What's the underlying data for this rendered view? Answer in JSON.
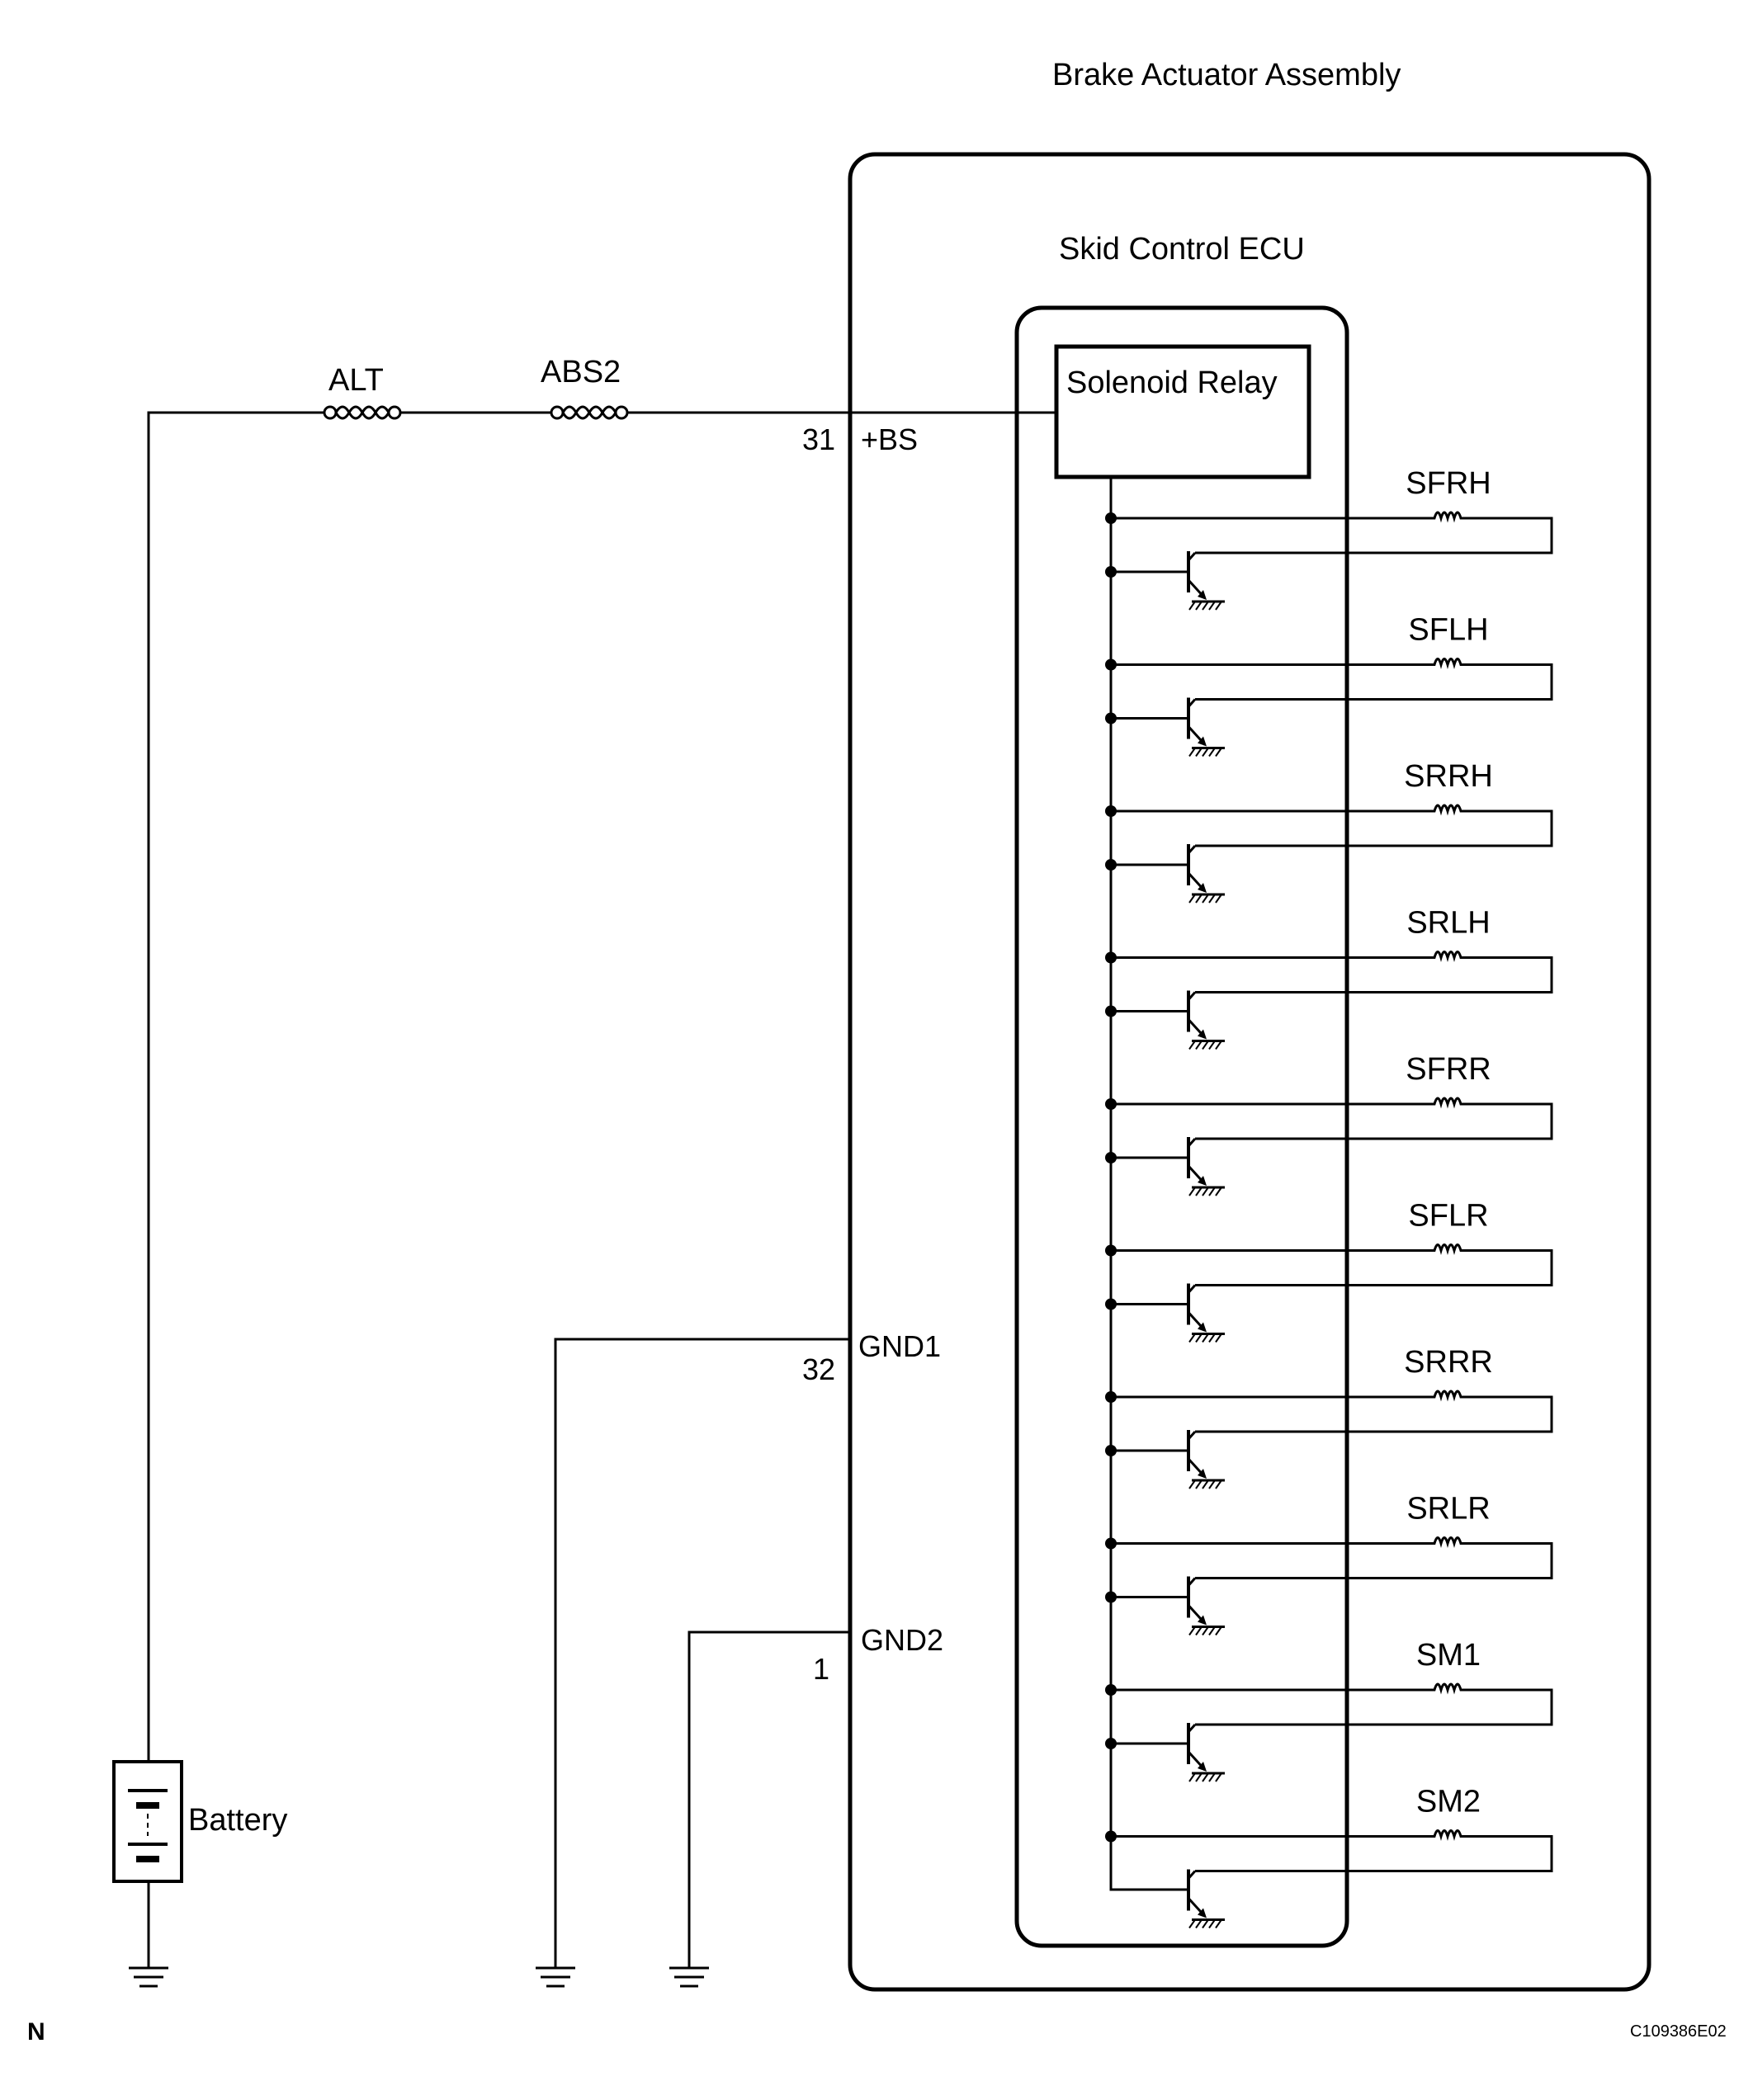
{
  "diagram": {
    "assembly_label": "Brake Actuator Assembly",
    "ecu_label": "Skid Control ECU",
    "relay_label": "Solenoid Relay",
    "fuses": [
      {
        "label": "ALT"
      },
      {
        "label": "ABS2"
      }
    ],
    "terminals": [
      {
        "pin": "31",
        "name": "+BS"
      },
      {
        "pin": "32",
        "name": "GND1"
      },
      {
        "pin": "1",
        "name": "GND2"
      }
    ],
    "battery_label": "Battery",
    "solenoids": [
      "SFRH",
      "SFLH",
      "SRRH",
      "SRLH",
      "SFRR",
      "SFLR",
      "SRRR",
      "SRLR",
      "SM1",
      "SM2"
    ],
    "corner_letter": "N",
    "figure_code": "C109386E02",
    "colors": {
      "line": "#000000",
      "background": "#ffffff"
    }
  }
}
